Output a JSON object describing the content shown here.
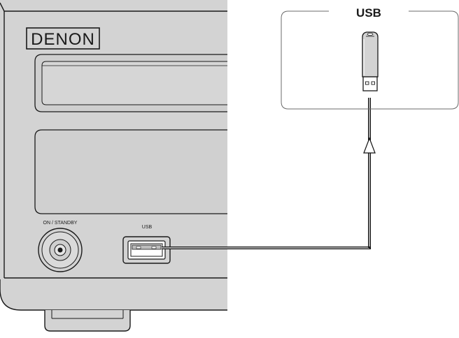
{
  "device": {
    "brand": "DENON",
    "power_label": "ON / STANDBY",
    "usb_port_label": "USB"
  },
  "usb_box": {
    "title": "USB"
  },
  "colors": {
    "panel_fill": "#d3d3d3",
    "inner_panel_fill": "#cfcfcf",
    "line": "#1a1a1a",
    "cable": "#111111",
    "usb_box_border": "#6b6b6b"
  },
  "icons": {
    "power_button": "power-button-icon",
    "usb_port": "usb-port-icon",
    "usb_stick": "usb-stick-icon",
    "direction_arrow": "arrow-up-icon"
  }
}
